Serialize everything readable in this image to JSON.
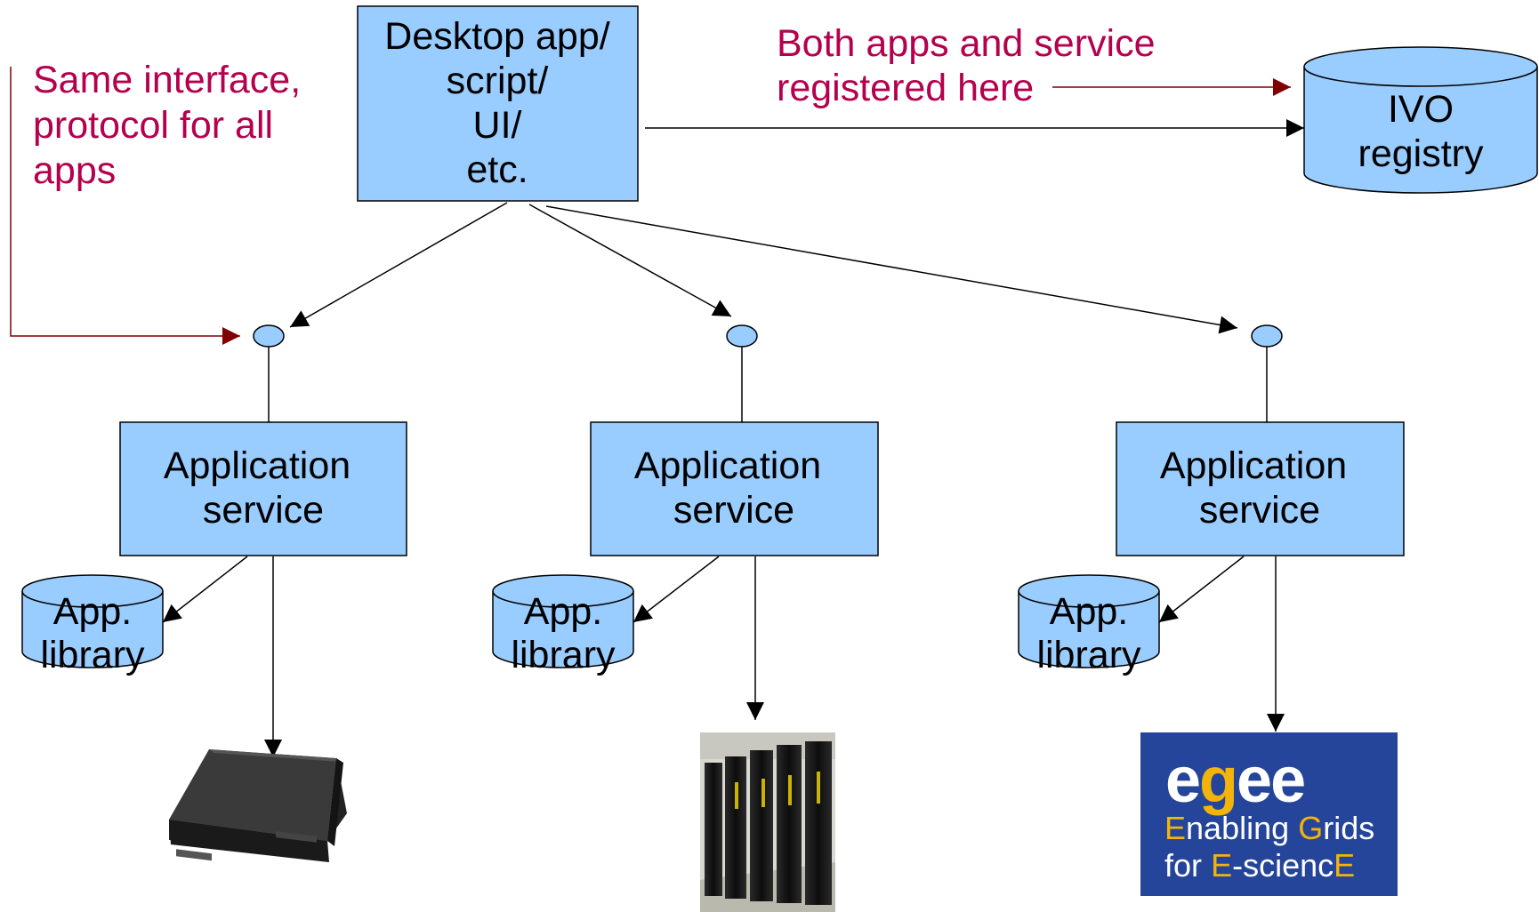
{
  "colors": {
    "box_fill": "#99ccff",
    "stroke": "#000000",
    "annotation": "#b5004d",
    "annotation_arrow": "#800000",
    "egee_bg": "#24459a",
    "egee_text": "#ffffff",
    "egee_highlight": "#f2b40a"
  },
  "client": {
    "lines": [
      "Desktop app/",
      "script/",
      "UI/",
      "etc."
    ]
  },
  "registry": {
    "lines": [
      "IVO",
      "registry"
    ]
  },
  "notes": {
    "interface_lines": [
      "Same interface,",
      "protocol for all",
      "apps"
    ],
    "registered_lines": [
      "Both apps and service",
      "registered here"
    ]
  },
  "services": [
    {
      "lines": [
        "Application",
        "service"
      ],
      "library_lines": [
        "App.",
        "library"
      ],
      "resource": "server-icon"
    },
    {
      "lines": [
        "Application",
        "service"
      ],
      "library_lines": [
        "App.",
        "library"
      ],
      "resource": "cluster-icon"
    },
    {
      "lines": [
        "Application",
        "service"
      ],
      "library_lines": [
        "App.",
        "library"
      ],
      "resource": "egee-logo"
    }
  ],
  "egee": {
    "logo": "egee",
    "line1": "Enabling Grids",
    "line2": "for E-sciencE"
  }
}
